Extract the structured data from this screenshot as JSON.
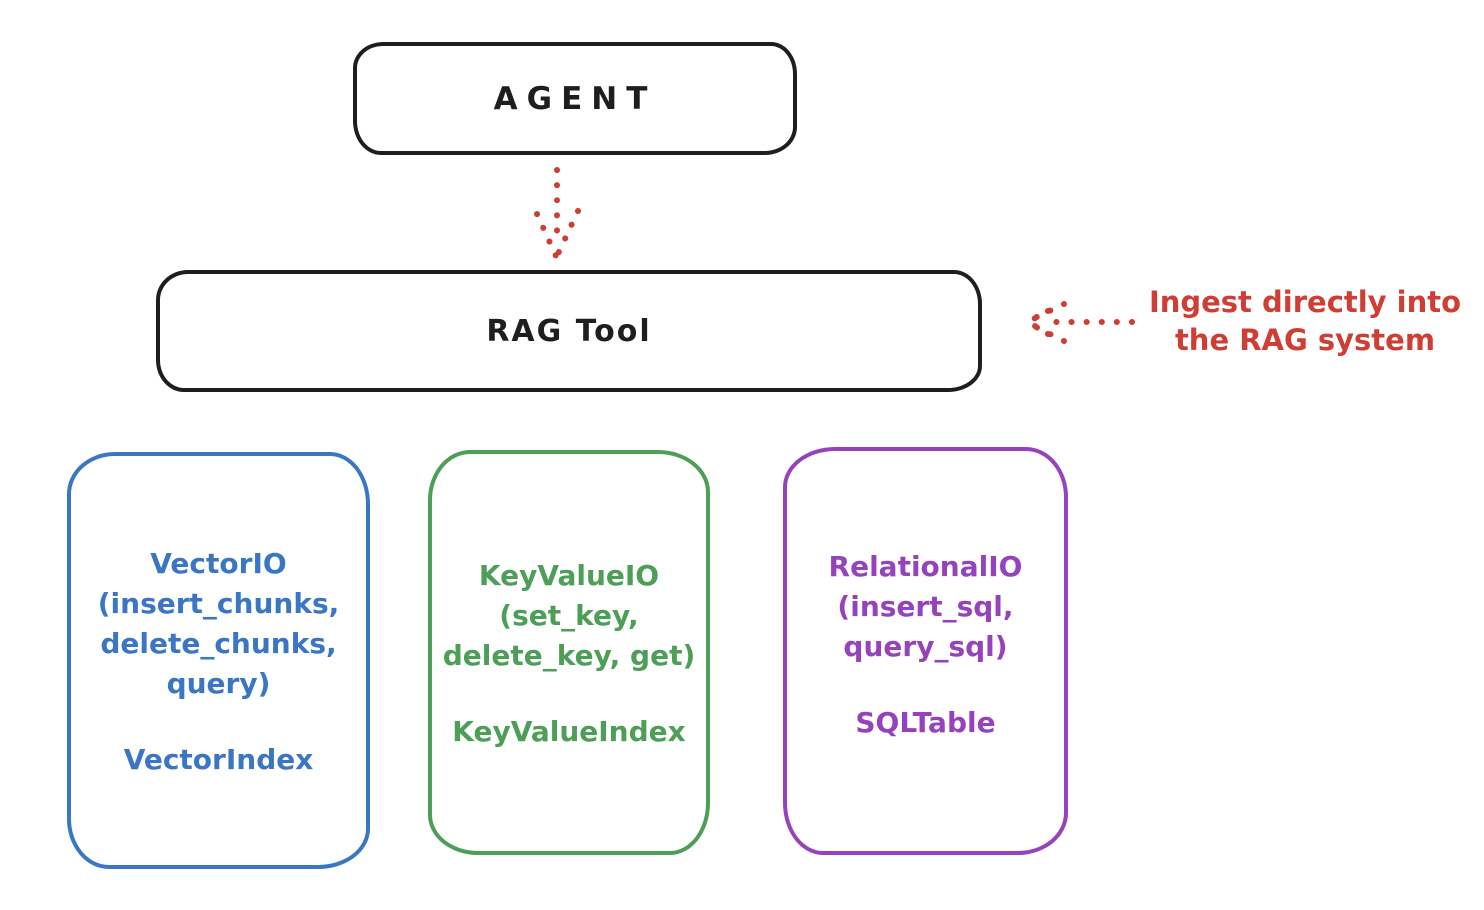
{
  "diagram": {
    "agent": {
      "label": "AGENT"
    },
    "rag_tool": {
      "label": "RAG Tool"
    },
    "ingest_note": {
      "line1": "Ingest directly into",
      "line2": "the RAG system"
    },
    "stores": [
      {
        "id": "vector",
        "color": "#3a76c3",
        "lines": [
          "VectorIO",
          "(insert_chunks,",
          "delete_chunks,",
          "query)"
        ],
        "index": "VectorIndex"
      },
      {
        "id": "keyvalue",
        "color": "#4d9e56",
        "lines": [
          "KeyValueIO",
          "(set_key,",
          "delete_key, get)"
        ],
        "index": "KeyValueIndex"
      },
      {
        "id": "relational",
        "color": "#9642bc",
        "lines": [
          "RelationalIO",
          "(insert_sql,",
          "query_sql)"
        ],
        "index": "SQLTable"
      }
    ],
    "colors": {
      "stroke": "#1e1e1e",
      "red": "#cf3e35",
      "blue": "#3a76c3",
      "green": "#4d9e56",
      "purple": "#9642bc",
      "background": "#ffffff"
    }
  }
}
